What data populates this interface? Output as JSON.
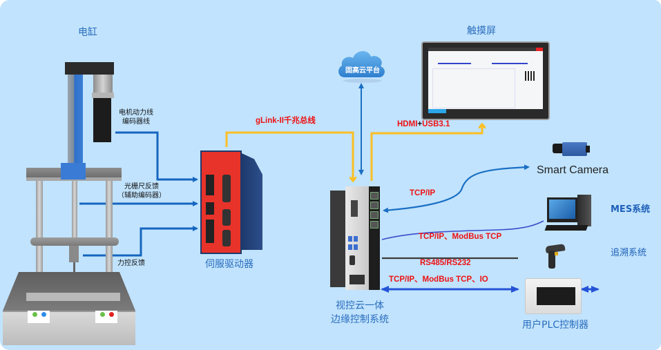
{
  "diagram": {
    "background_color": "#c1e3fd",
    "nodes": {
      "electric_cylinder": {
        "label": "电缸"
      },
      "touch_screen": {
        "label": "触摸屏"
      },
      "cloud": {
        "label": "固高云平台"
      },
      "servo_drive": {
        "label": "伺服驱动器"
      },
      "edge_controller": {
        "label_line1": "视控云一体",
        "label_line2": "边缘控制系统"
      },
      "smart_camera": {
        "label": "Smart Camera"
      },
      "mes": {
        "label": "MES系统"
      },
      "trace": {
        "label": "追溯系统"
      },
      "plc": {
        "label": "用户PLC控制器"
      }
    },
    "signals": {
      "motor_power_line1": "电机动力线",
      "motor_power_line2": "编码器线",
      "grating_line1": "光栅尺反馈",
      "grating_line2": "（辅助编码器）",
      "force_feedback": "力控反馈"
    },
    "links": {
      "glink": "gLink-II千兆总线",
      "hdmi_part1": "HDMI",
      "hdmi_plus": "+",
      "hdmi_part2": "USB3.1",
      "camera_link": "TCP/IP",
      "mes_link": "TCP/IP、ModBus TCP",
      "trace_link": "RS485/RS232",
      "plc_link": "TCP/IP、ModBus TCP、IO"
    },
    "colors": {
      "feedback_wire": "#1565c0",
      "bus_wire": "#fbbf24",
      "cloud_wire": "#1a6fc4",
      "serial_wire": "#3a3a3a",
      "plc_wire": "#2453d6",
      "label_red": "#ee1111",
      "label_blue": "#2a6dbd"
    }
  }
}
